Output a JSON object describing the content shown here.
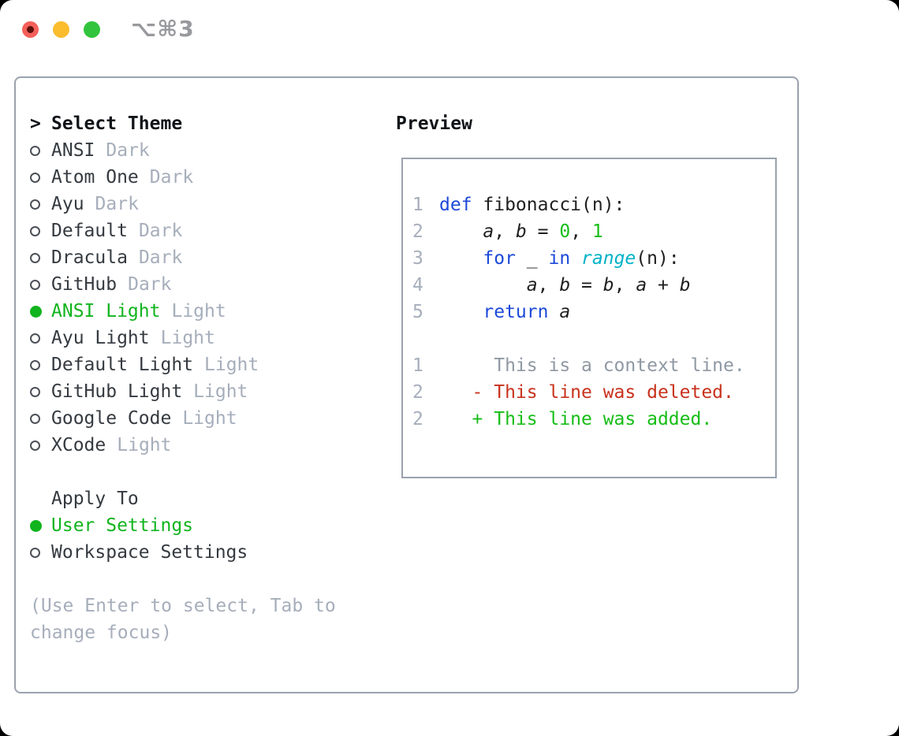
{
  "window": {
    "title": "⌥⌘3",
    "traffic_lights": [
      "close",
      "minimize",
      "zoom"
    ]
  },
  "theme_panel": {
    "header": {
      "prefix": ">",
      "label": "Select Theme"
    },
    "themes": [
      {
        "name": "ANSI",
        "variant": "Dark",
        "selected": false
      },
      {
        "name": "Atom One",
        "variant": "Dark",
        "selected": false
      },
      {
        "name": "Ayu",
        "variant": "Dark",
        "selected": false
      },
      {
        "name": "Default",
        "variant": "Dark",
        "selected": false
      },
      {
        "name": "Dracula",
        "variant": "Dark",
        "selected": false
      },
      {
        "name": "GitHub",
        "variant": "Dark",
        "selected": false
      },
      {
        "name": "ANSI Light",
        "variant": "Light",
        "selected": true
      },
      {
        "name": "Ayu Light",
        "variant": "Light",
        "selected": false
      },
      {
        "name": "Default Light",
        "variant": "Light",
        "selected": false
      },
      {
        "name": "GitHub Light",
        "variant": "Light",
        "selected": false
      },
      {
        "name": "Google Code",
        "variant": "Light",
        "selected": false
      },
      {
        "name": "XCode",
        "variant": "Light",
        "selected": false
      }
    ],
    "apply_to": {
      "label": "Apply To",
      "options": [
        {
          "label": "User Settings",
          "selected": true
        },
        {
          "label": "Workspace Settings",
          "selected": false
        }
      ]
    },
    "hint": "(Use Enter to select, Tab to change focus)"
  },
  "preview": {
    "label": "Preview",
    "code_lines": [
      {
        "num": "1",
        "segments": [
          {
            "t": "def",
            "s": "kw"
          },
          {
            "t": " fibonacci(n):",
            "s": "plain"
          }
        ]
      },
      {
        "num": "2",
        "segments": [
          {
            "t": "    ",
            "s": "plain"
          },
          {
            "t": "a",
            "s": "var"
          },
          {
            "t": ", ",
            "s": "plain"
          },
          {
            "t": "b",
            "s": "var"
          },
          {
            "t": " = ",
            "s": "plain"
          },
          {
            "t": "0",
            "s": "num"
          },
          {
            "t": ", ",
            "s": "plain"
          },
          {
            "t": "1",
            "s": "num"
          }
        ]
      },
      {
        "num": "3",
        "segments": [
          {
            "t": "    ",
            "s": "plain"
          },
          {
            "t": "for",
            "s": "kw"
          },
          {
            "t": " _ ",
            "s": "plain"
          },
          {
            "t": "in",
            "s": "kw"
          },
          {
            "t": " ",
            "s": "plain"
          },
          {
            "t": "range",
            "s": "fn"
          },
          {
            "t": "(n):",
            "s": "plain"
          }
        ]
      },
      {
        "num": "4",
        "segments": [
          {
            "t": "        ",
            "s": "plain"
          },
          {
            "t": "a",
            "s": "var"
          },
          {
            "t": ", ",
            "s": "plain"
          },
          {
            "t": "b",
            "s": "var"
          },
          {
            "t": " = ",
            "s": "plain"
          },
          {
            "t": "b",
            "s": "var"
          },
          {
            "t": ", ",
            "s": "plain"
          },
          {
            "t": "a",
            "s": "var"
          },
          {
            "t": " + ",
            "s": "plain"
          },
          {
            "t": "b",
            "s": "var"
          }
        ]
      },
      {
        "num": "5",
        "segments": [
          {
            "t": "    ",
            "s": "plain"
          },
          {
            "t": "return",
            "s": "kw"
          },
          {
            "t": " ",
            "s": "plain"
          },
          {
            "t": "a",
            "s": "var"
          }
        ]
      },
      {
        "num": "",
        "segments": []
      },
      {
        "num": "1",
        "segments": [
          {
            "t": "     This is a context line.",
            "s": "ctx"
          }
        ]
      },
      {
        "num": "2",
        "segments": [
          {
            "t": "   - This line was deleted.",
            "s": "del"
          }
        ]
      },
      {
        "num": "2",
        "segments": [
          {
            "t": "   + This line was added.",
            "s": "add"
          }
        ]
      }
    ]
  },
  "colors": {
    "accent_green": "#11b41e",
    "code_green": "#16bd16",
    "keyword_blue": "#1c49d8",
    "builtin_cyan": "#00b2c7",
    "deleted_red": "#c8321c",
    "muted_gray": "#a6aebb",
    "context_gray": "#8f98a3",
    "border_gray": "#9aa2ae",
    "text_dark": "#343a40",
    "heading_black": "#101418",
    "traffic_red": "#f4605a",
    "traffic_yellow": "#fbbc2e",
    "traffic_green": "#32c43c"
  }
}
